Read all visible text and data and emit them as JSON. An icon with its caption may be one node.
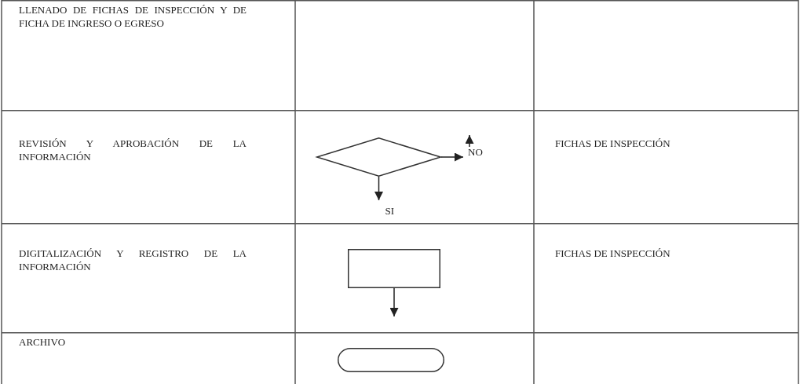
{
  "diagram": {
    "nodes": [
      {
        "text": [],
        "shape": "diamond"
      },
      {
        "text": [],
        "shape": "box"
      },
      {
        "text": [],
        "shape": "capsule"
      }
    ],
    "edges": [
      {
        "from": 0,
        "to": null,
        "arrow": "to",
        "label": "SI"
      },
      {
        "from": 0,
        "to": null,
        "arrow": "to",
        "label": "NO"
      },
      {
        "from": 1,
        "to": null,
        "arrow": "to"
      }
    ],
    "labels": [
      "LLENADO DE FICHAS DE INSPECCIÓN Y DE FICHA DE INGRESO O EGRESO",
      "REVISIÓN Y APROBACIÓN DE LA INFORMACIÓN",
      "FICHAS DE INSPECCIÓN",
      "DIGITALIZACIÓN Y REGISTRO DE LA INFORMACIÓN",
      "FICHAS DE INSPECCIÓN",
      "ARCHIVO"
    ]
  }
}
